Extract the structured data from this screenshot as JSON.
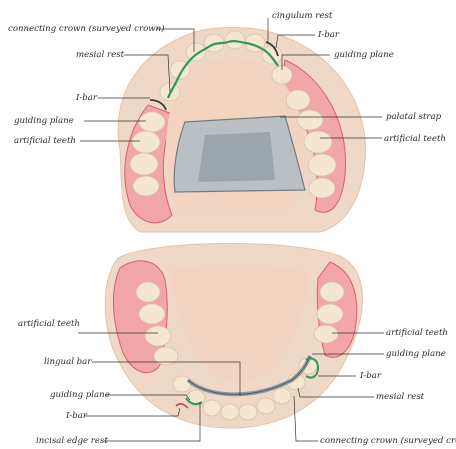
{
  "colors": {
    "gum": "#f2a6a8",
    "gum_dark": "#d8606a",
    "palate": "#f3d4c0",
    "tooth": "#f4e6cf",
    "metal": "#b9bfc2",
    "metal_dark": "#6f7c84",
    "clasp": "#2f9a55",
    "leader": "#333333",
    "text": "#2a2a2a"
  },
  "labels": {
    "upper": {
      "connecting_crown": "connecting crown (surveyed crown)",
      "mesial_rest": "mesial rest",
      "i_bar_left": "I-bar",
      "guiding_plane_left": "guiding plane",
      "artificial_teeth_left": "artificial teeth",
      "cingulum_rest": "cingulum rest",
      "i_bar_right": "I-bar",
      "guiding_plane_right": "guiding plane",
      "palatal_strap": "palatal strap",
      "artificial_teeth_right": "artificial teeth"
    },
    "lower": {
      "artificial_teeth_left": "artificial teeth",
      "lingual_bar": "lingual bar",
      "guiding_plane_left": "guiding plane",
      "i_bar": "I-bar",
      "incisal_edge_rest": "incisal edge rest",
      "artificial_teeth_right": "artificial teeth",
      "guiding_plane_right": "guiding plane",
      "i_bar_right": "I-bar",
      "mesial_rest": "mesial rest",
      "connecting_crown": "connecting crown (surveyed crown)"
    }
  }
}
